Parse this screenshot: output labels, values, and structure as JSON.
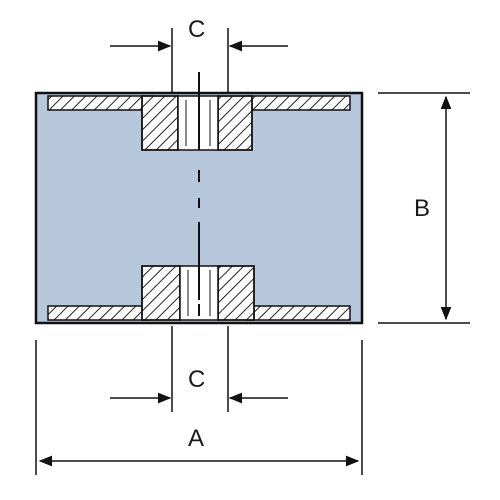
{
  "labels": {
    "a": "A",
    "b": "B",
    "c_top": "C",
    "c_bottom": "C"
  },
  "colors": {
    "body_fill": "#b8c8dc",
    "outline": "#111111",
    "hatch": "#222222",
    "insert_fill": "#ffffff"
  }
}
